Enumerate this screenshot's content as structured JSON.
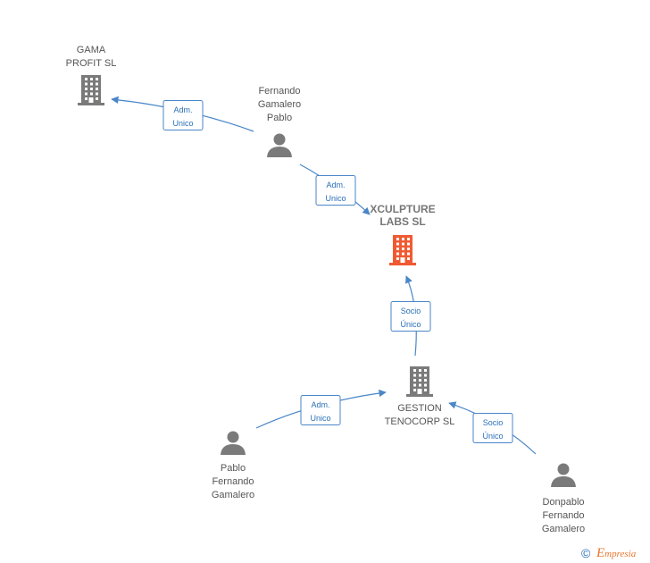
{
  "nodes": [
    {
      "id": "gama",
      "type": "company",
      "lines": [
        "GAMA",
        "PROFIT SL"
      ],
      "main": false
    },
    {
      "id": "fernando",
      "type": "person",
      "lines": [
        "Fernando",
        "Gamalero",
        "Pablo"
      ],
      "main": false
    },
    {
      "id": "xculpture",
      "type": "company",
      "lines": [
        "XCULPTURE",
        "LABS SL"
      ],
      "main": true
    },
    {
      "id": "gestion",
      "type": "company",
      "lines": [
        "GESTION",
        "TENOCORP SL"
      ],
      "main": false
    },
    {
      "id": "pablo",
      "type": "person",
      "lines": [
        "Pablo",
        "Fernando",
        "Gamalero"
      ],
      "main": false
    },
    {
      "id": "donpablo",
      "type": "person",
      "lines": [
        "Donpablo",
        "Fernando",
        "Gamalero"
      ],
      "main": false
    }
  ],
  "edges": [
    {
      "id": "e1",
      "from": "fernando",
      "to": "gama",
      "label": [
        "Adm.",
        "Unico"
      ]
    },
    {
      "id": "e2",
      "from": "fernando",
      "to": "xculpture",
      "label": [
        "Adm.",
        "Unico"
      ]
    },
    {
      "id": "e3",
      "from": "gestion",
      "to": "xculpture",
      "label": [
        "Socio",
        "Único"
      ]
    },
    {
      "id": "e4",
      "from": "pablo",
      "to": "gestion",
      "label": [
        "Adm.",
        "Unico"
      ]
    },
    {
      "id": "e5",
      "from": "donpablo",
      "to": "gestion",
      "label": [
        "Socio",
        "Único"
      ]
    }
  ],
  "colors": {
    "main_company": "#f05a32",
    "company": "#7a7a7a",
    "person": "#7a7a7a",
    "edge": "#4a86c8"
  },
  "footer": {
    "copyright_symbol": "©",
    "brand_initial": "E",
    "brand_rest": "mpresia"
  }
}
